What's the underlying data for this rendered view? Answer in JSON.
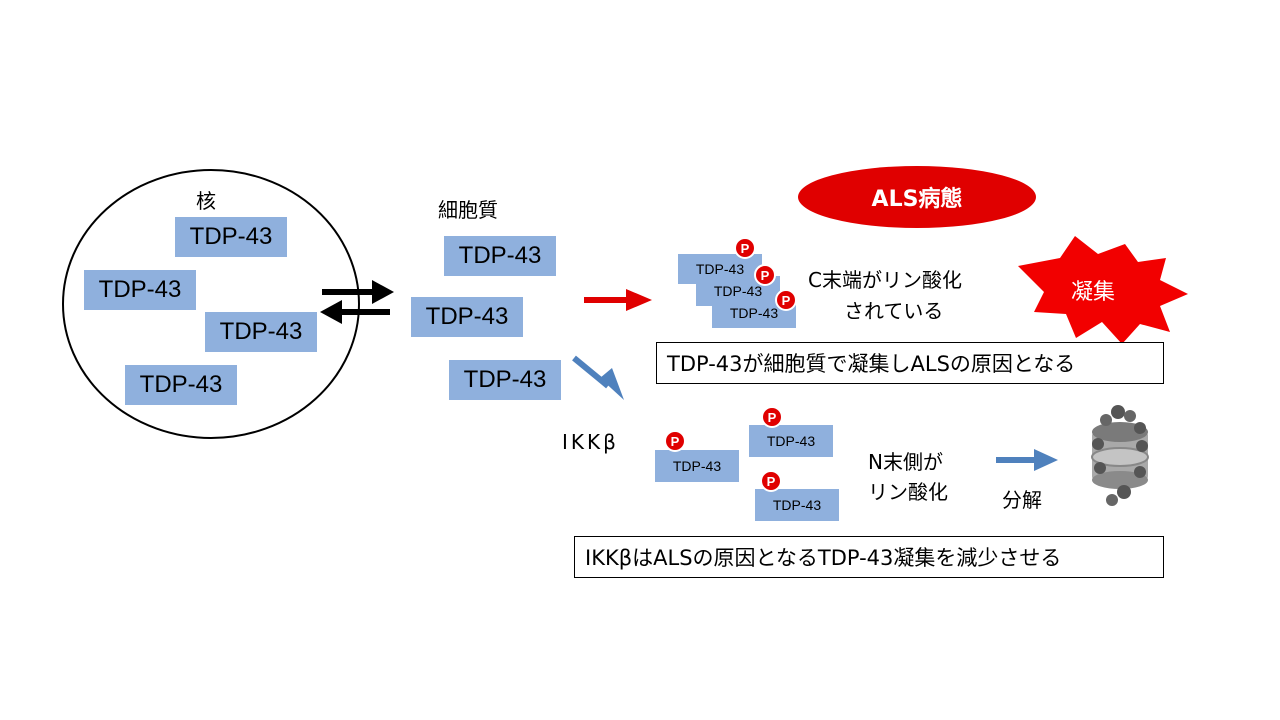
{
  "nucleus": {
    "label": "核",
    "proteins": [
      "TDP-43",
      "TDP-43",
      "TDP-43",
      "TDP-43"
    ]
  },
  "cytoplasm": {
    "label": "細胞質",
    "proteins": [
      "TDP-43",
      "TDP-43",
      "TDP-43"
    ]
  },
  "als_pathway": {
    "badge": "ALS病態",
    "proteins": [
      "TDP-43",
      "TDP-43",
      "TDP-43"
    ],
    "phospho_symbol": "P",
    "note_line1": "C末端がリン酸化",
    "note_line2": "されている",
    "aggregate_label": "凝集",
    "caption": "TDP-43が細胞質で凝集しALSの原因となる"
  },
  "ikk_pathway": {
    "kinase_label": "IKKβ",
    "proteins": [
      "TDP-43",
      "TDP-43",
      "TDP-43"
    ],
    "phospho_symbol": "P",
    "note_line1": "N末側が",
    "note_line2": "リン酸化",
    "degradation_label": "分解",
    "caption": "IKKβはALSの原因となるTDP-43凝集を減少させる"
  },
  "colors": {
    "protein_box": "#8fb0dd",
    "phospho": "#e00000",
    "als_red": "#e00000",
    "blue_arrow": "#4f81bd"
  }
}
